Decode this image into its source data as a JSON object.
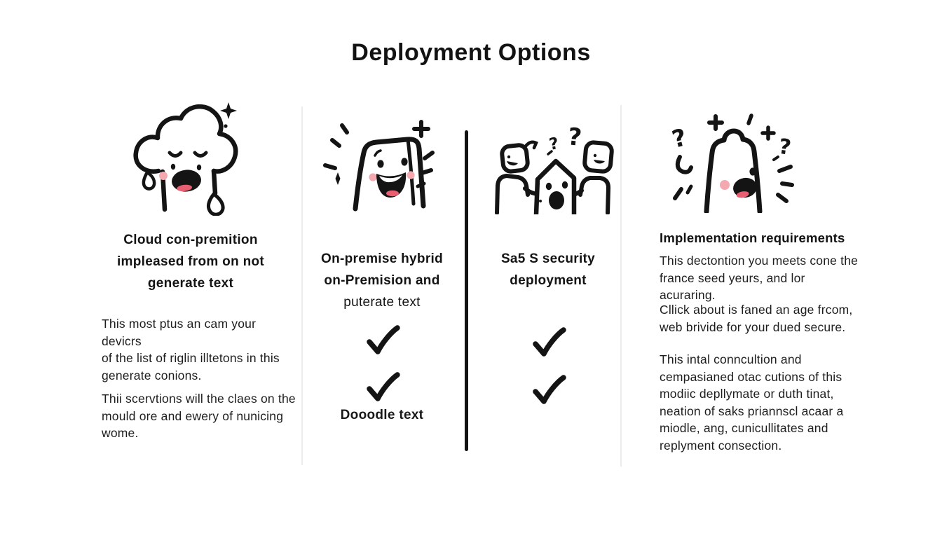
{
  "title": "Deployment Options",
  "columns": {
    "cloud": {
      "icon": "sad-crying-cloud",
      "heading_lines": [
        "Cloud con-premition",
        "impleased from on not",
        "generate text"
      ],
      "para1_lines": [
        "This most ptus an cam your devicrs",
        "of the list of riglin illtetons in this",
        "generate conions."
      ],
      "para2_lines": [
        "Thii scervtions will the claes on the",
        "mould ore and ewery of nunicing",
        "wome."
      ]
    },
    "onpremise": {
      "icon": "happy-server-box",
      "heading_lines": [
        "On-premise hybrid",
        "on-Premision and",
        "puterate text"
      ],
      "checkmark_count": 2,
      "caption": "Dooodle text"
    },
    "saas": {
      "icon": "confused-people-group",
      "heading_lines": [
        "Sa5 S security",
        "deployment"
      ],
      "checkmark_count": 2
    },
    "implementation": {
      "icon": "excited-character",
      "heading": "Implementation requirements",
      "para1_lines": [
        "This dectontion you meets cone the",
        "france seed yeurs, and lor acuraring."
      ],
      "para2_lines": [
        "Cllick about is faned an age frcom,",
        "web brivide for your dued secure."
      ],
      "para3_lines": [
        "This intal conncultion and",
        "cempasianed otac cutions of this",
        "modiic depllymate or duth tinat,",
        "neation of saks priannscl acaar a",
        "miodle, ang, cunicullitates and",
        "replyment consection."
      ]
    }
  },
  "colors": {
    "ink": "#141414",
    "pink_cheek": "#f4a9b1",
    "pink_tongue": "#e85f72",
    "divider_black": "#121212",
    "divider_light": "#ececec",
    "background": "#ffffff"
  }
}
